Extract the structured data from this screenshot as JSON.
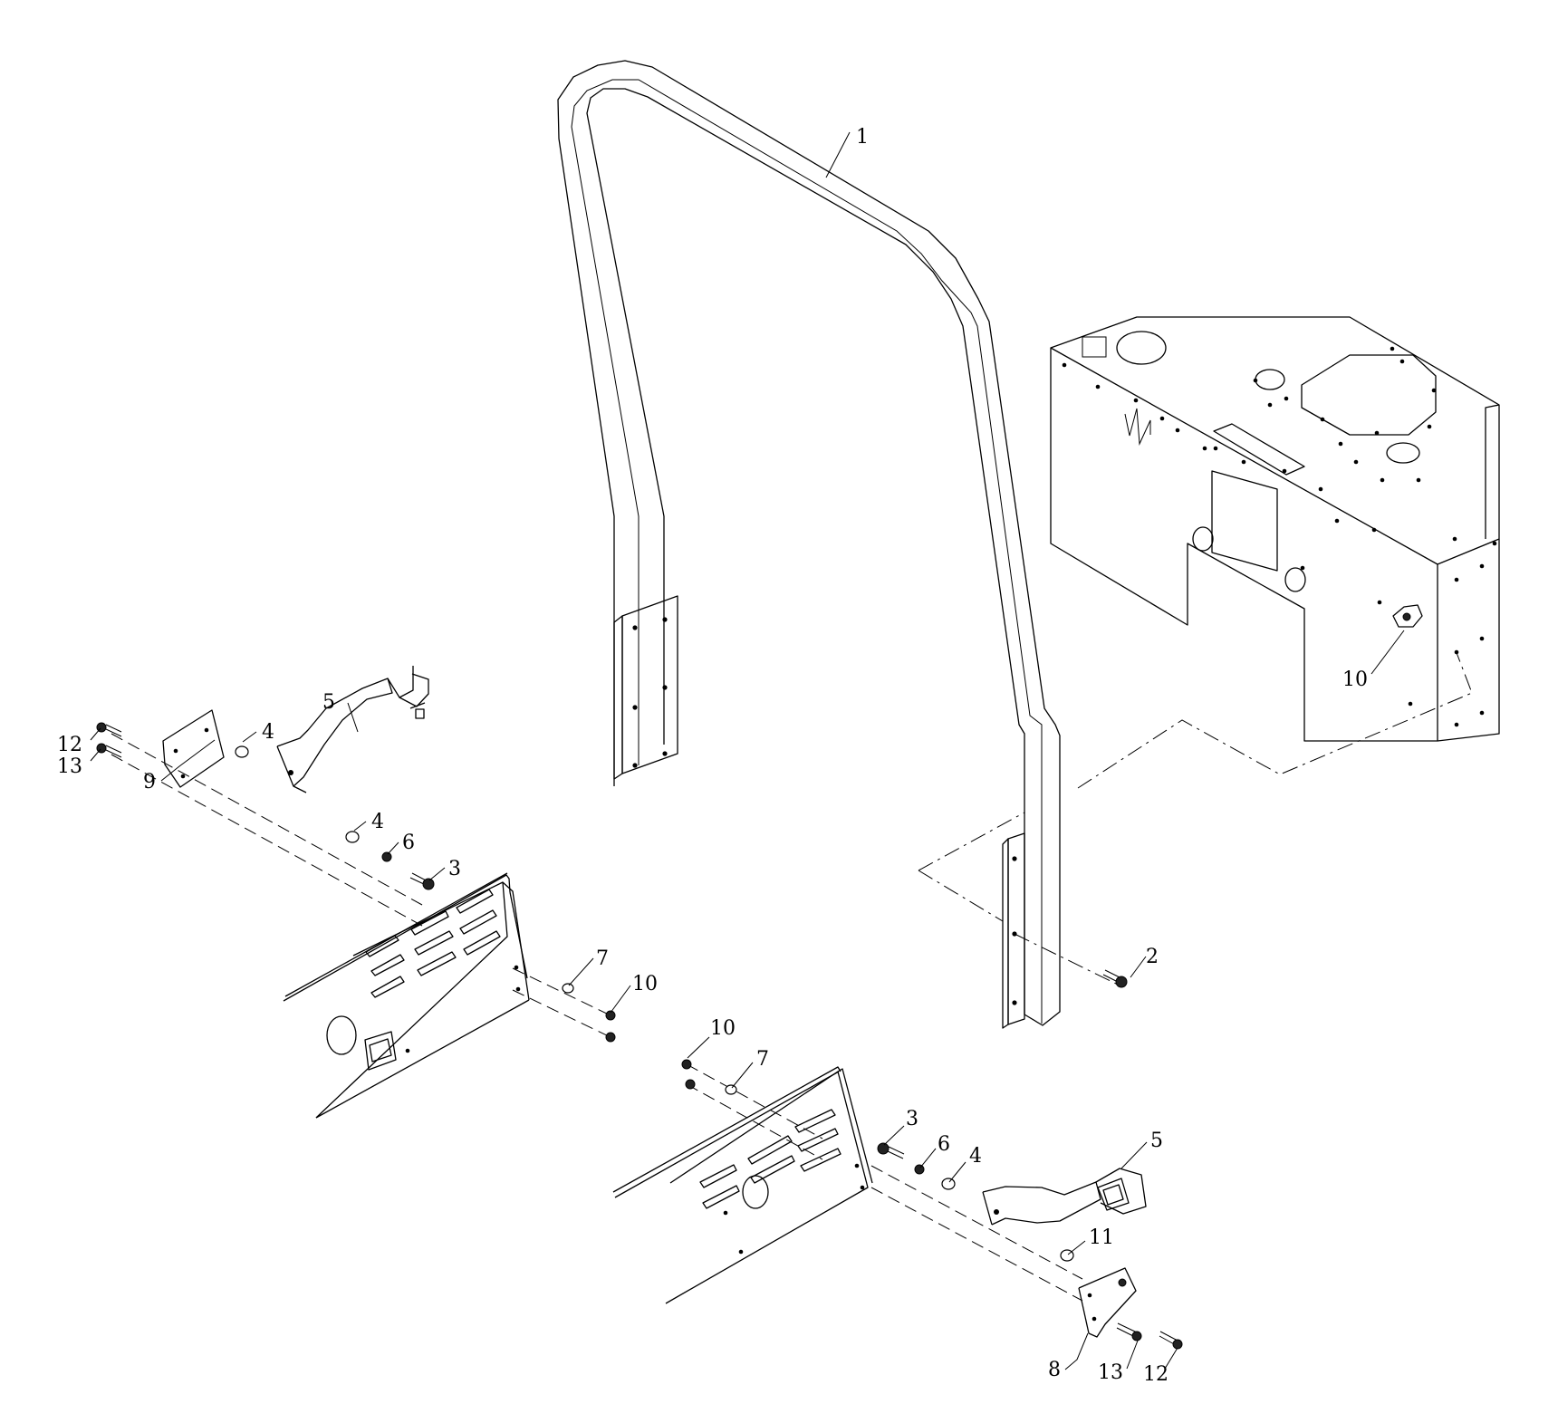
{
  "callouts": {
    "c1": "1",
    "c2": "2",
    "c3a": "3",
    "c3b": "3",
    "c4a": "4",
    "c4b": "4",
    "c4c": "4",
    "c5a": "5",
    "c5b": "5",
    "c6a": "6",
    "c6b": "6",
    "c7a": "7",
    "c7b": "7",
    "c8": "8",
    "c9": "9",
    "c10a": "10",
    "c10b": "10",
    "c10c": "10",
    "c11": "11",
    "c12a": "12",
    "c12b": "12",
    "c13a": "13",
    "c13b": "13"
  }
}
